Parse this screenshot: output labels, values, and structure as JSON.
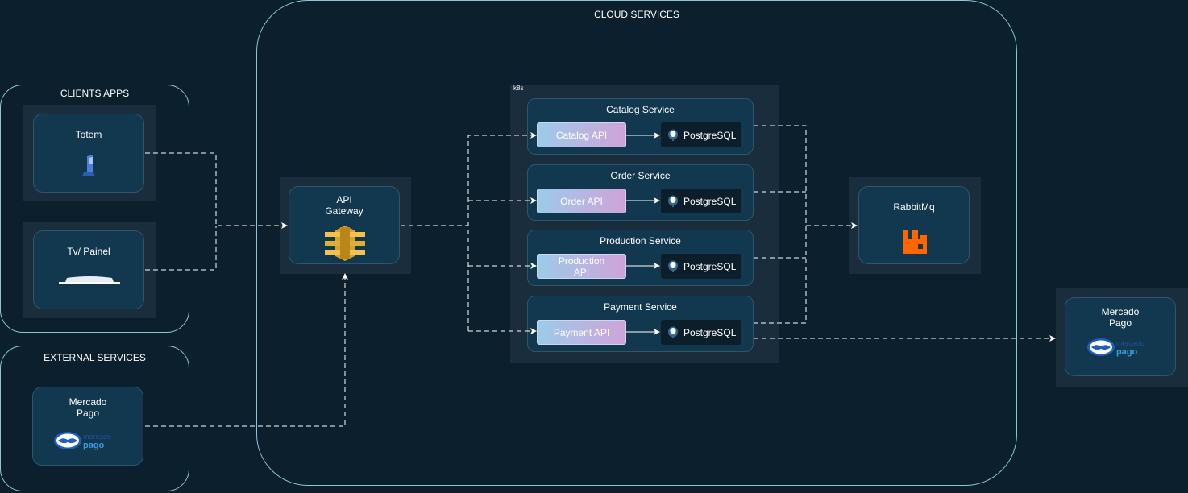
{
  "groups": {
    "clients": {
      "title": "CLIENTS APPS"
    },
    "external": {
      "title": "EXTERNAL SERVICES"
    },
    "cloud": {
      "title": "CLOUD SERVICES"
    },
    "k8s": {
      "title": "k8s"
    }
  },
  "nodes": {
    "totem": {
      "label": "Totem",
      "icon": "kiosk-icon"
    },
    "tv_painel": {
      "label": "Tv/ Painel",
      "icon": "tv-display-icon"
    },
    "mercado_pago_in": {
      "label": "Mercado\nPago",
      "logo_text": "mercado pago"
    },
    "api_gateway": {
      "label": "API\nGateway",
      "icon": "api-gateway-icon"
    },
    "rabbitmq": {
      "label": "RabbitMq",
      "icon": "rabbitmq-icon"
    },
    "mercado_pago_out": {
      "label": "Mercado\nPago",
      "logo_text": "mercado pago"
    }
  },
  "services": [
    {
      "title": "Catalog Service",
      "api": "Catalog API",
      "db": "PostgreSQL"
    },
    {
      "title": "Order Service",
      "api": "Order API",
      "db": "PostgreSQL"
    },
    {
      "title": "Production Service",
      "api": "Production\nAPI",
      "db": "PostgreSQL"
    },
    {
      "title": "Payment Service",
      "api": "Payment API",
      "db": "PostgreSQL"
    }
  ],
  "colors": {
    "background": "#0b1f2c",
    "group_border": "#8fc6d6",
    "node_fill": "#123850",
    "gateway_gold": "#d4a52c",
    "rabbit_orange": "#ff6600",
    "mp_blue": "#1f5fbf"
  }
}
